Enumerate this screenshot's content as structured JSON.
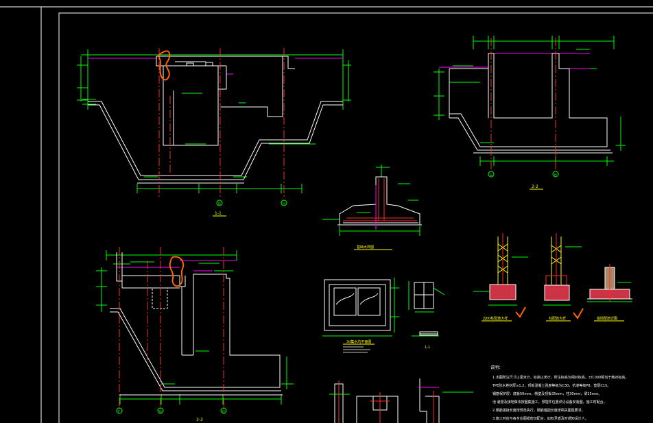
{
  "drawing": {
    "colors": {
      "background": "#000000",
      "outline": "#ffffff",
      "dimension": "#00ff00",
      "axis": "#ff2a2a",
      "level": "#ff00ff",
      "markup": "#ff6600",
      "title": "#ffff00",
      "rebar": "#ffff00",
      "concrete": "#cc3344"
    },
    "sections": {
      "s11": {
        "label": "1-1",
        "axes": [
          "G",
          "H"
        ]
      },
      "s22": {
        "label": "2-2",
        "axes": [
          "G",
          "H"
        ]
      },
      "s33": {
        "label": "3-3",
        "axes": [
          "F",
          "G",
          "H"
        ]
      }
    },
    "details": {
      "foundation_title": "基础大样图",
      "column_a_title": "ZJ00柱配筋大样",
      "column_b_title": "柱配筋大样",
      "footing_title": "基础配筋详图",
      "plan_title": "3d集水坑平面图",
      "node_label": "1-1"
    },
    "notes": {
      "heading": "说明：",
      "lines": [
        "1.本图所注尺寸以毫米计，标高以米计，所注标高为相对标高，±0.000相当于绝对标高。",
        "  TPE防水卷材厚≥1.2，顶板混凝土强度等级为C30，抗渗等级P8，垫层C15。",
        "  钢筋保护层：底板50mm，侧壁及顶板35mm，柱30mm，梁25mm。",
        "  池 避雷及接地做法按图集施工，预埋件位置详见设备安装图，施工时配合。",
        "2.钢筋搭接长度按规范执行，钢筋锚固长度按相关图集要求。",
        "3.施工时应与各专业图纸密切配合，如有矛盾及时通知设计人。"
      ]
    }
  }
}
